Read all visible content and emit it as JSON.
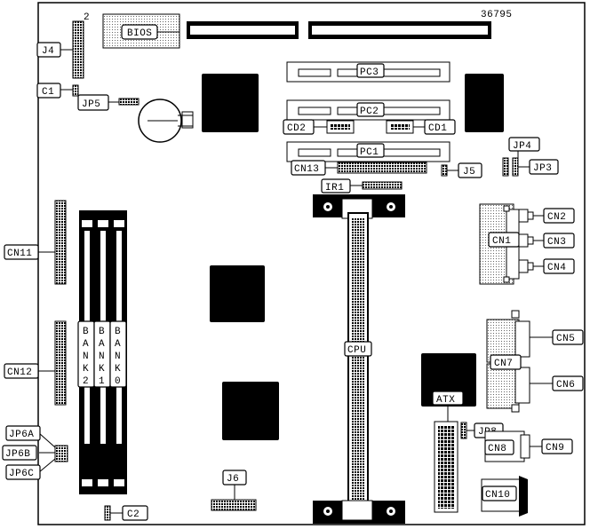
{
  "doc_number": "36795",
  "pin_mark": "2",
  "labels": {
    "bios": "BIOS",
    "j4": "J4",
    "c1": "C1",
    "jp5": "JP5",
    "pc3": "PC3",
    "pc2": "PC2",
    "pc1": "PC1",
    "cd2": "CD2",
    "cd1": "CD1",
    "cn13": "CN13",
    "j5": "J5",
    "jp4": "JP4",
    "jp3": "JP3",
    "ir1": "IR1",
    "cn2": "CN2",
    "cn1": "CN1",
    "cn3": "CN3",
    "cn4": "CN4",
    "cn11": "CN11",
    "cn12": "CN12",
    "cn5": "CN5",
    "cn7": "CN7",
    "cn6": "CN6",
    "cpu": "CPU",
    "atx": "ATX",
    "jp8": "JP8",
    "cn8": "CN8",
    "cn9": "CN9",
    "cn10": "CN10",
    "jp6a": "JP6A",
    "jp6b": "JP6B",
    "jp6c": "JP6C",
    "j6": "J6",
    "c2": "C2",
    "bank2": [
      "B",
      "A",
      "N",
      "K",
      "2"
    ],
    "bank1": [
      "B",
      "A",
      "N",
      "K",
      "1"
    ],
    "bank0": [
      "B",
      "A",
      "N",
      "K",
      "0"
    ]
  }
}
